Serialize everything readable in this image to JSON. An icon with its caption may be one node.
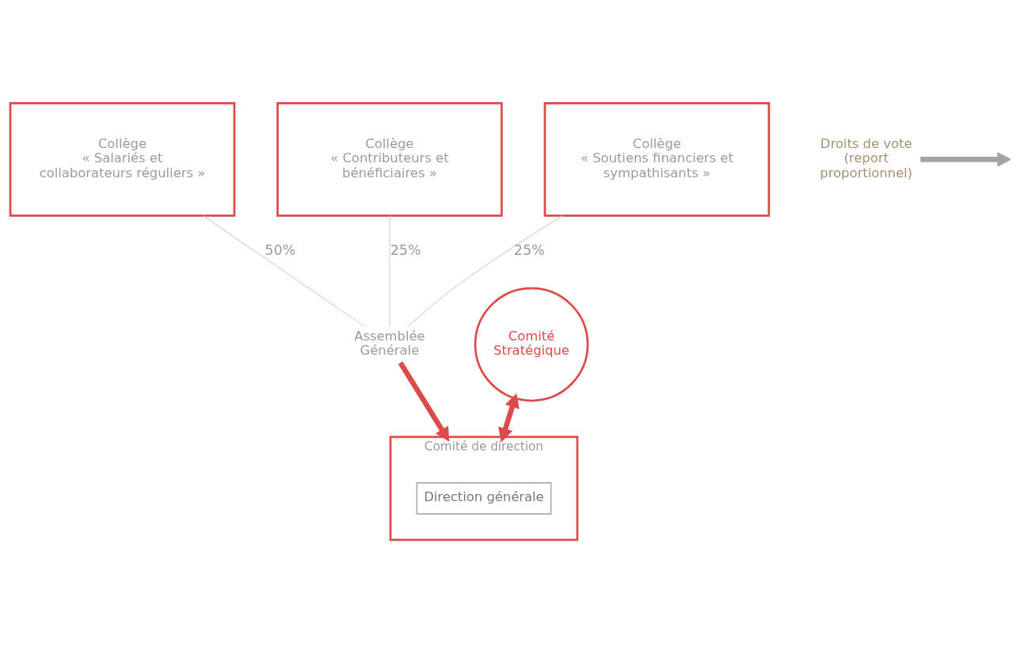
{
  "diagram": {
    "nodes": [
      {
        "text": [
          "Collège",
          "« Salariés et collaborateurs réguliers »"
        ]
      },
      {
        "text": [
          "Collège",
          "« Contributeurs et bénéficiaires »"
        ]
      },
      {
        "text": [
          "Collège",
          "« Soutiens financiers et sympathisants »"
        ]
      },
      {
        "text": [
          "Droits de vote (report proportionnel)"
        ]
      },
      {
        "text": [
          "Assemblée Générale"
        ]
      },
      {
        "text": [
          "Comité de direction"
        ]
      },
      {
        "text": [
          "Direction générale"
        ],
        "in": 5
      },
      {
        "text": [
          "Comité Stratégique"
        ]
      }
    ],
    "edges": [
      {
        "from": 0,
        "to": 4,
        "arrow": "none",
        "label": "50%"
      },
      {
        "from": 1,
        "to": 4,
        "arrow": "none",
        "label": "25%"
      },
      {
        "from": 2,
        "to": 4,
        "arrow": "none",
        "label": "25%"
      },
      {
        "from": 3,
        "to": null,
        "arrow": "to",
        "style": "thick",
        "color": "#a3a3a6"
      },
      {
        "from": 4,
        "to": 5,
        "arrow": "to",
        "style": "thick",
        "color": "#dc4b49"
      },
      {
        "from": 7,
        "to": 5,
        "arrow": "both",
        "style": "thick",
        "color": "#dc4b49"
      }
    ]
  }
}
